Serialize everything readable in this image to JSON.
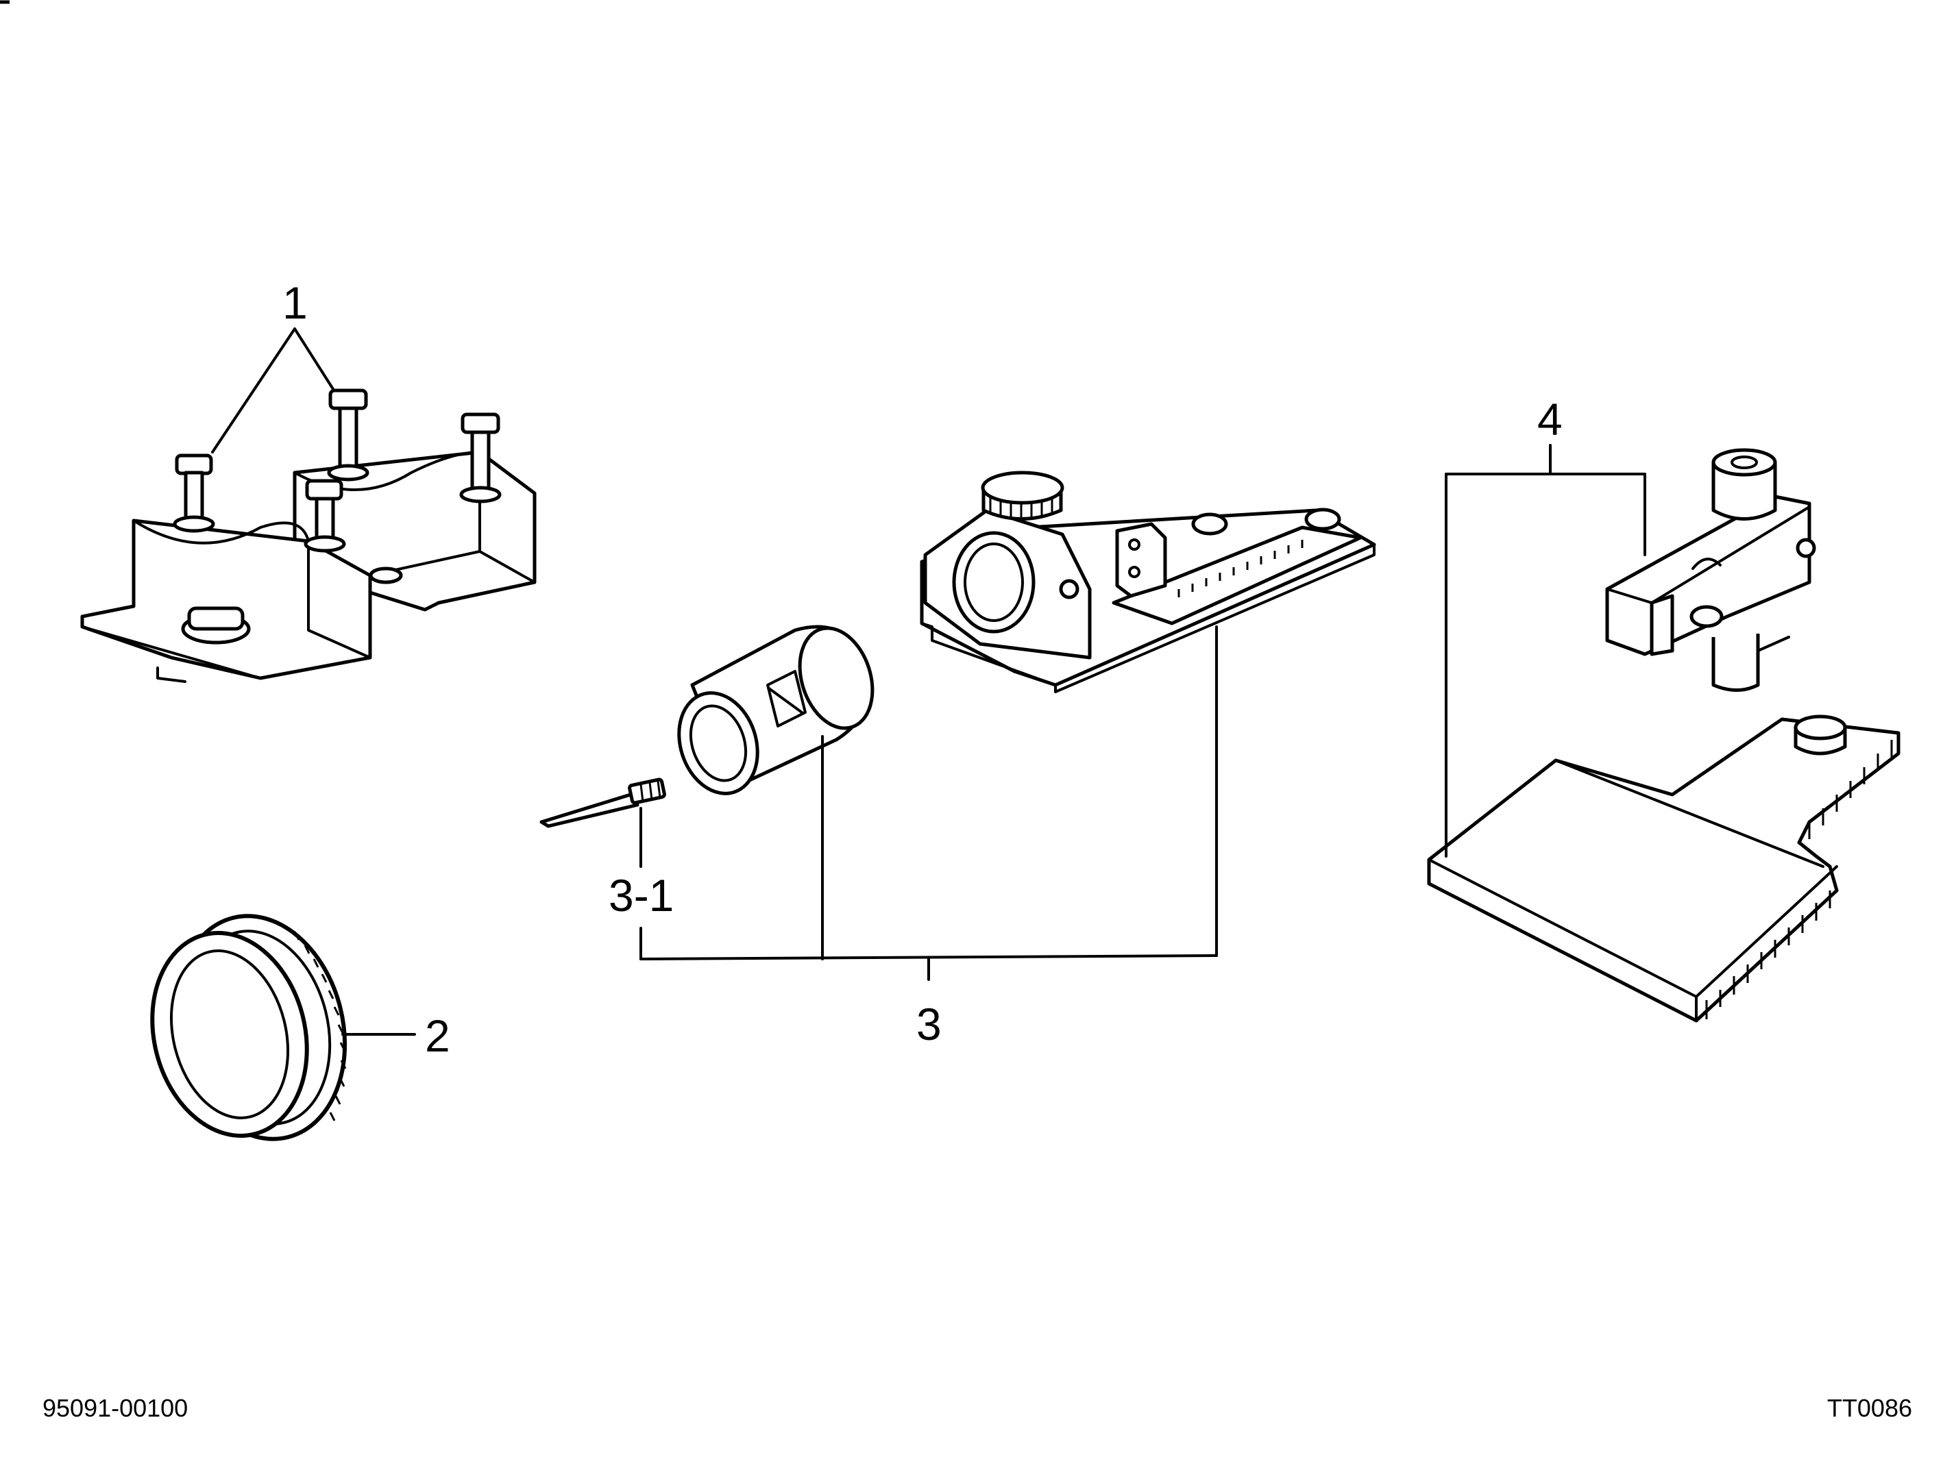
{
  "diagram": {
    "callouts": {
      "part_1": "1",
      "part_2": "2",
      "part_3": "3",
      "part_3_1": "3-1",
      "part_4": "4"
    },
    "footer": {
      "part_number": "95091-00100",
      "figure_code": "TT0086"
    }
  }
}
